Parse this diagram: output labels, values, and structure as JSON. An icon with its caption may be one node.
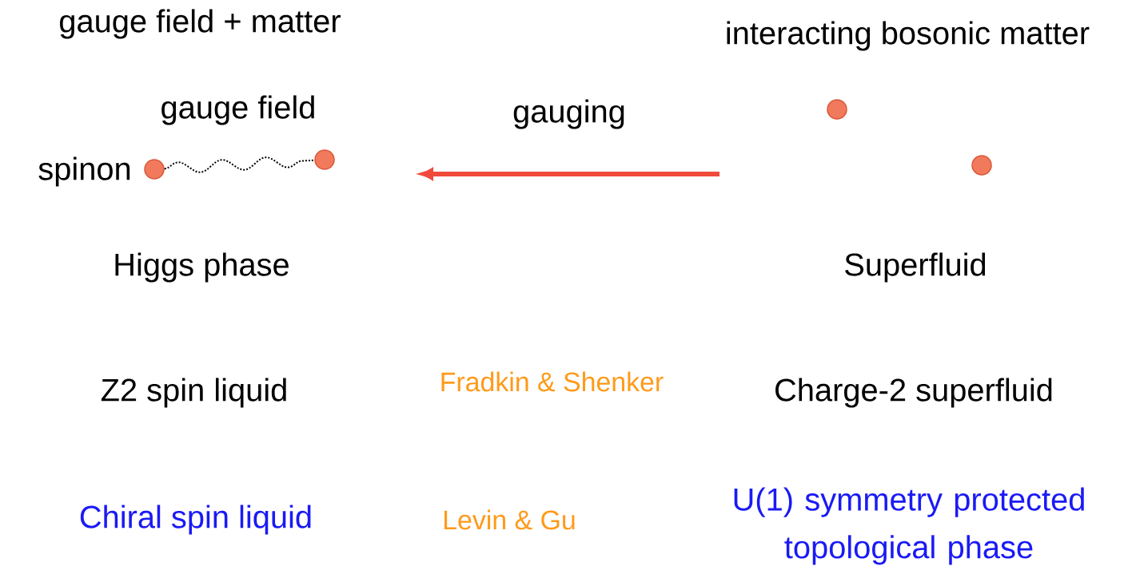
{
  "diagram": {
    "nodes": [
      {
        "text": [
          "gauge field + matter"
        ]
      },
      {
        "text": [
          "interacting bosonic matter"
        ]
      },
      {
        "text": [],
        "shape": "circle",
        "beside": [
          "spinon"
        ]
      },
      {
        "text": [],
        "shape": "circle"
      },
      {
        "text": [],
        "shape": "circle"
      },
      {
        "text": [],
        "shape": "circle"
      }
    ],
    "edges": [
      {
        "from": 2,
        "to": 3,
        "arrow": "none",
        "style": "dashed",
        "label": "gauge field"
      }
    ],
    "labels": [
      "gauging",
      "Higgs phase",
      "Superfluid",
      "Z2 spin liquid",
      "Fradkin & Shenker",
      "Charge-2 superfluid",
      "Chiral spin liquid",
      "Levin & Gu",
      "U(1) symmetry protected topological phase"
    ]
  }
}
